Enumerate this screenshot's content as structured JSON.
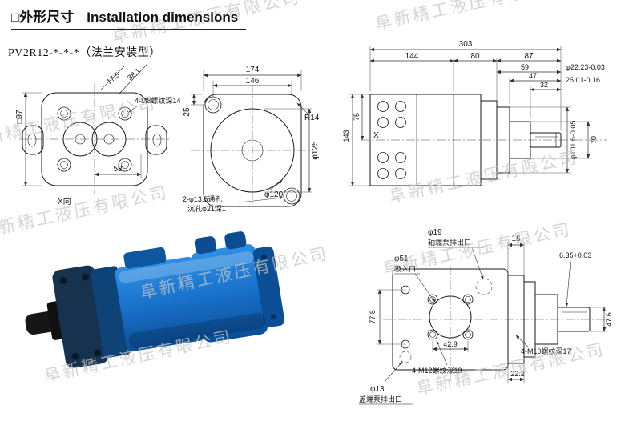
{
  "page": {
    "title_cn": "□外形尺寸",
    "title_en": "Installation dimensions",
    "model": "PV2R12-*-*-*（法兰安装型）"
  },
  "watermark": {
    "text": "阜新精工液压有限公司",
    "color": "#c6c6c6"
  },
  "colors": {
    "pump_blue": "#1a74cd",
    "pump_navy": "#17324e",
    "pump_dark_blue": "#0d4f97",
    "pump_black": "#161616",
    "line": "#1a1a1a"
  },
  "views": {
    "rear": {
      "label": "X向",
      "note_m8": "4-M8螺纹深14",
      "dims": {
        "square": "□97",
        "a": "17.5",
        "b": "38.1",
        "c": "58"
      }
    },
    "flange": {
      "note_hole1": "2-φ13.5通孔",
      "note_hole2": "沉孔φ21深1",
      "dims": {
        "w1": "174",
        "w2": "146",
        "r": "R14",
        "t": "25",
        "dia_outer": "φ125",
        "dia_pilot": "φ120"
      }
    },
    "side": {
      "section_mark": "X",
      "dims": {
        "total": "303",
        "l1": "144",
        "l2": "80",
        "l3": "87",
        "s1": "59",
        "s2": "47",
        "s3": "32",
        "shaft_dia": "φ22.23-0.03",
        "shaft_key": "25.01-0.16",
        "h_top": "75",
        "h_total": "143",
        "h_boss": "70",
        "pilot_dia": "φ101.6-0.05"
      }
    },
    "ports": {
      "outlet_dia": "φ19",
      "outlet_label": "轴端泵排出口",
      "inlet_dia": "φ51",
      "inlet_label": "吸入口",
      "drain_dia": "φ13",
      "drain_label": "盖端泵排出口",
      "note_m10": "4-M10螺纹深17",
      "note_m12": "4-M12螺纹深19",
      "dims": {
        "flange_w": "16",
        "key_w": "6.35+0.03",
        "h_ports": "77.8",
        "h_shaft": "47.6",
        "bolt_span": "42.9",
        "flange_t": "22.2"
      }
    }
  }
}
